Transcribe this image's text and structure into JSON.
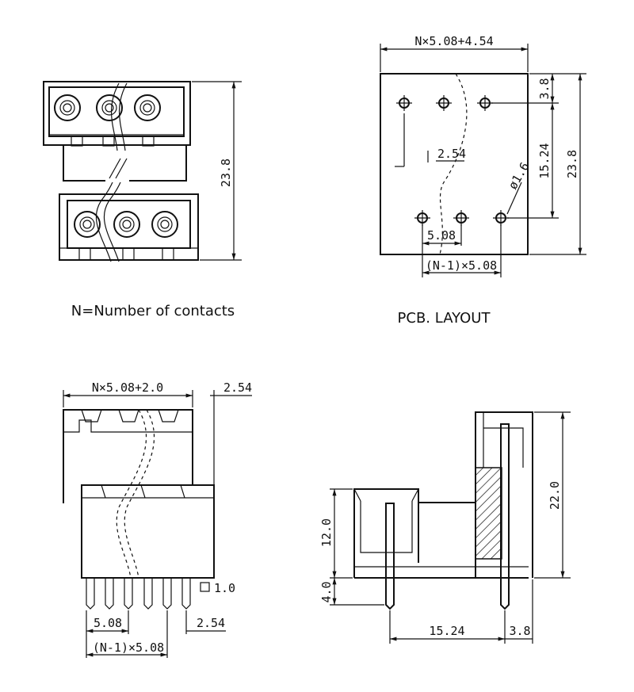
{
  "views": {
    "top_left": {
      "height_label": "23.8",
      "caption": "N=Number of contacts"
    },
    "pcb_layout": {
      "width_label": "N×5.08+4.54",
      "d_3_8": "3.8",
      "d_15_24": "15.24",
      "d_23_8": "23.8",
      "d_2_54": "2.54",
      "hole_dia": "ø1.6",
      "pitch": "5.08",
      "span": "(N-1)×5.08",
      "caption": "PCB. LAYOUT"
    },
    "front": {
      "width_label": "N×5.08+2.0",
      "offset": "2.54",
      "pin_sq": "1.0",
      "pitch": "5.08",
      "pin_offset": "2.54",
      "span": "(N-1)×5.08"
    },
    "side": {
      "h12": "12.0",
      "h4": "4.0",
      "h22": "22.0",
      "w15": "15.24",
      "w38": "3.8"
    }
  }
}
